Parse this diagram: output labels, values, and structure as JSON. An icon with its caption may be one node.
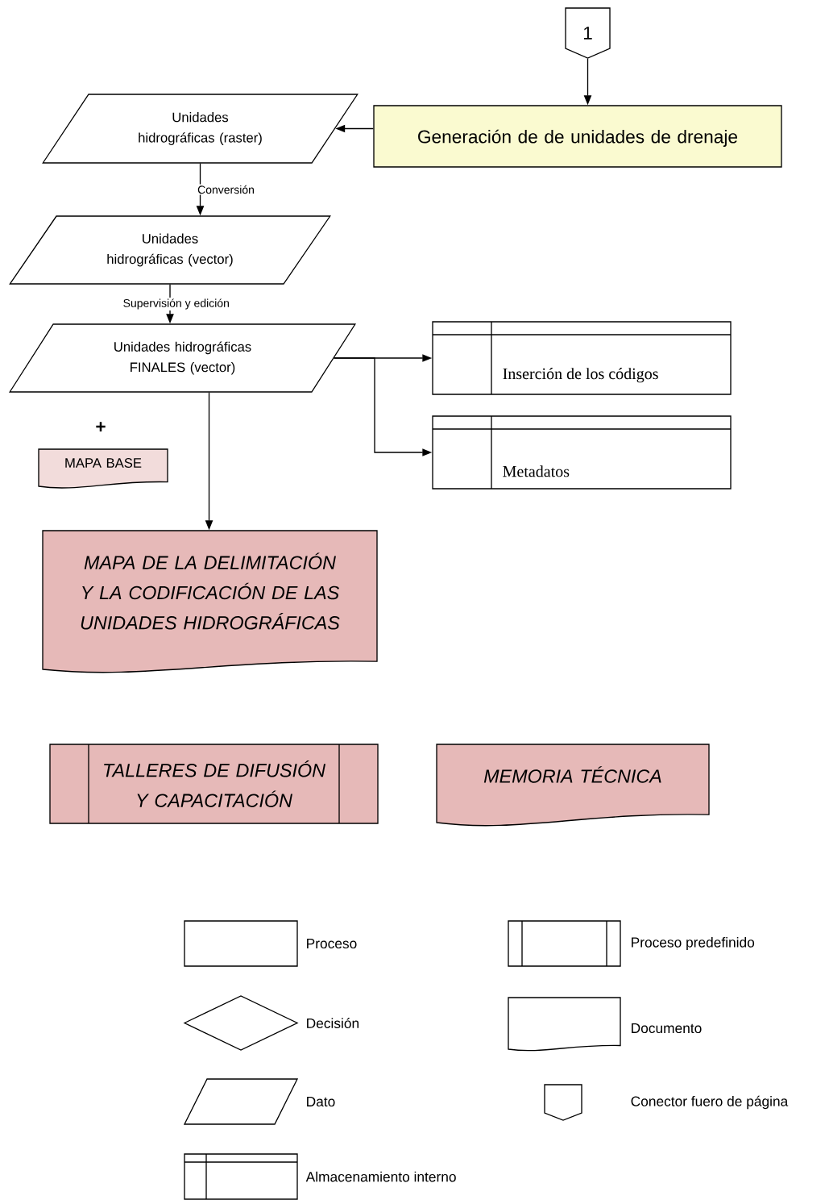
{
  "diagram": {
    "nodes": [
      {
        "text": [
          "1"
        ]
      },
      {
        "text": [
          "Generación de de unidades de drenaje"
        ]
      },
      {
        "text": [
          "Unidades hidrográficas (raster)"
        ]
      },
      {
        "text": [
          "Unidades hidrográficas (vector)"
        ]
      },
      {
        "text": [
          "Unidades hidrográficas FINALES (vector)"
        ]
      },
      {
        "text": [
          "Inserción de los códigos"
        ]
      },
      {
        "text": [
          "Metadatos"
        ]
      },
      {
        "text": [
          "MAPA BASE"
        ]
      },
      {
        "text": [
          "MAPA DE LA DELIMITACIÓN Y LA CODIFICACIÓN DE LAS UNIDADES HIDROGRÁFICAS"
        ]
      },
      {
        "text": [
          "TALLERES DE DIFUSIÓN Y CAPACITACIÓN"
        ]
      },
      {
        "text": [
          "MEMORIA TÉCNICA"
        ]
      }
    ],
    "edges": [
      {
        "from": 0,
        "to": 1,
        "arrow": "to"
      },
      {
        "from": 1,
        "to": 2,
        "arrow": "to"
      },
      {
        "from": 2,
        "to": 3,
        "arrow": "to",
        "label": "Conversión"
      },
      {
        "from": 3,
        "to": 4,
        "arrow": "to",
        "label": "Supervisión y edición"
      },
      {
        "from": 4,
        "to": 5,
        "arrow": "to"
      },
      {
        "from": 4,
        "to": 6,
        "arrow": "to"
      },
      {
        "from": 4,
        "to": 8,
        "arrow": "to"
      }
    ],
    "labels": [
      "+"
    ],
    "legend": [
      {
        "text": "Proceso"
      },
      {
        "text": "Proceso predefinido"
      },
      {
        "text": "Decisión"
      },
      {
        "text": "Documento"
      },
      {
        "text": "Dato"
      },
      {
        "text": "Conector fuero de página"
      },
      {
        "text": "Almacenamiento interno"
      }
    ]
  }
}
